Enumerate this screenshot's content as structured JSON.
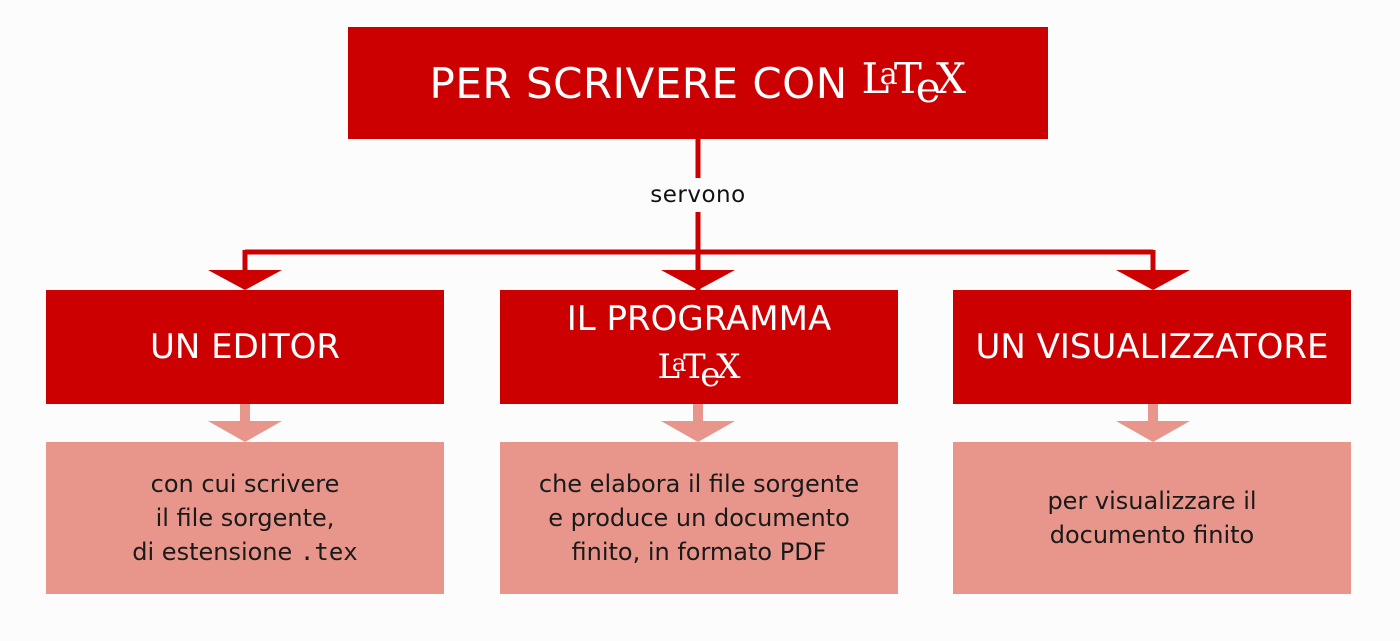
{
  "colors": {
    "primary": "#cc0000",
    "secondary": "#e8968b",
    "background": "#fcfcfc"
  },
  "title": {
    "prefix": "PER SCRIVERE CON ",
    "latex_logo": "LaTeX"
  },
  "connector_label": "servono",
  "columns": [
    {
      "heading": "UN EDITOR",
      "description_lines": [
        "con cui scrivere",
        "il file sorgente,",
        "di estensione "
      ],
      "extension": ".tex"
    },
    {
      "heading_line1": "IL PROGRAMMA",
      "latex_logo": "LaTeX",
      "description_lines": [
        "che elabora il file sorgente",
        "e produce un documento",
        "finito, in formato PDF"
      ]
    },
    {
      "heading": "UN VISUALIZZATORE",
      "description_lines": [
        "per visualizzare il",
        "documento finito"
      ]
    }
  ]
}
